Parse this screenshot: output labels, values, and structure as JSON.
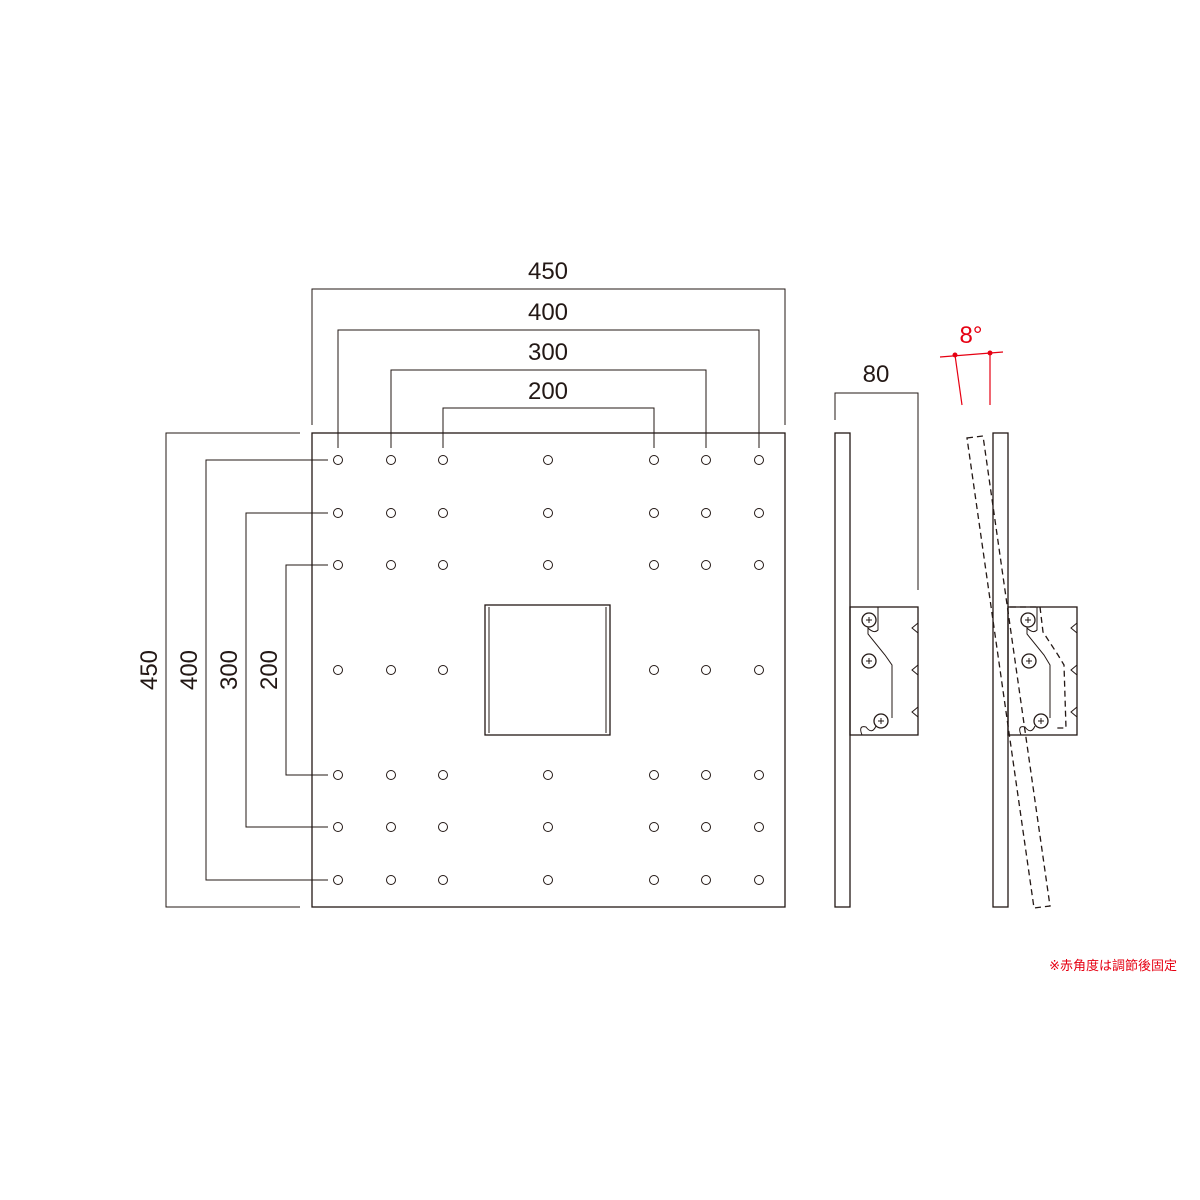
{
  "front_view": {
    "horizontal_dimensions": [
      "450",
      "400",
      "300",
      "200"
    ],
    "vertical_dimensions": [
      "450",
      "400",
      "300",
      "200"
    ]
  },
  "side_view": {
    "depth_dimension": "80"
  },
  "tilt_view": {
    "angle_label": "8°"
  },
  "note": "※赤角度は調節後固定",
  "colors": {
    "line": "#231815",
    "accent": "#e60012"
  }
}
